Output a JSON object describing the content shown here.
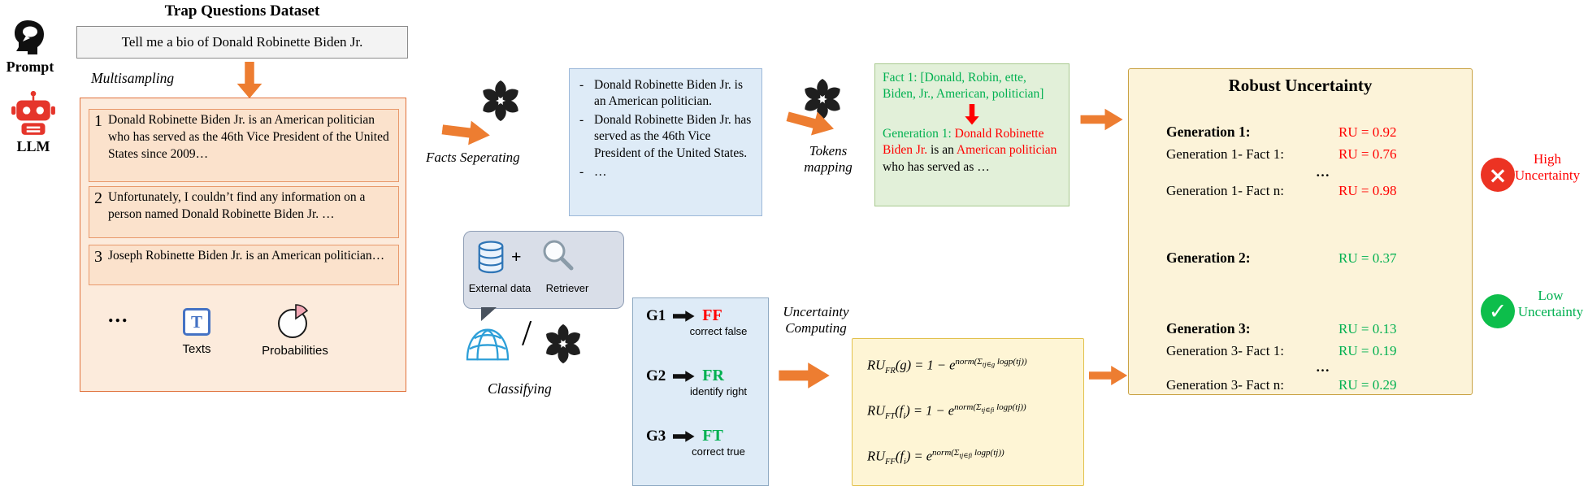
{
  "colors": {
    "accent_orange": "#ED7D31",
    "red": "#FF0000",
    "green": "#00B050",
    "blue_box_bg": "#DEEBF7",
    "green_box_bg": "#E2F0D9",
    "yellow_box_bg": "#FCF3D9",
    "orange_box_bg": "#FBE5D6"
  },
  "left": {
    "dataset_title": "Trap Questions Dataset",
    "prompt_label": "Prompt",
    "prompt_question": "Tell me a bio of Donald Robinette Biden Jr.",
    "llm_label": "LLM",
    "multisampling_label": "Multisampling",
    "samples": [
      {
        "num": "1",
        "text": "Donald Robinette Biden Jr. is an American politician who has served as the 46th Vice President of the United States since 2009…"
      },
      {
        "num": "2",
        "text": "Unfortunately, I couldn’t find any information on a person named Donald Robinette Biden Jr. …"
      },
      {
        "num": "3",
        "text": "Joseph Robinette Biden Jr. is an American politician…"
      }
    ],
    "ellipsis": "...",
    "texts_icon_letter": "T",
    "texts_label": "Texts",
    "probabilities_label": "Probabilities"
  },
  "pipeline": {
    "facts_separating_label": "Facts Seperating",
    "tokens_mapping_label": "Tokens mapping",
    "classifying_label": "Classifying",
    "uncertainty_computing_label": "Uncertainty Computing",
    "facts": {
      "bullet": "-",
      "items": [
        "Donald Robinette Biden Jr. is an American politician.",
        "Donald Robinette Biden Jr. has served as the 46th Vice President of the United States.",
        "…"
      ]
    },
    "mapping": {
      "fact_line": "Fact 1: [Donald, Robin, ette, Biden, Jr., American, politician]",
      "segments": [
        {
          "text": "Generation 1: "
        },
        {
          "text": "Donald Robinette Biden Jr."
        },
        {
          "text": " is an "
        },
        {
          "text": "American politician"
        },
        {
          "text": " who has served as …"
        }
      ]
    },
    "retrieval": {
      "external_label": "External data",
      "plus": "+",
      "retriever_label": "Retriever",
      "slash": "/"
    },
    "classification": {
      "rows": [
        {
          "gen": "G1",
          "result": "FF",
          "caption": "correct false"
        },
        {
          "gen": "G2",
          "result": "FR",
          "caption": "identify right"
        },
        {
          "gen": "G3",
          "result": "FT",
          "caption": "correct true"
        }
      ]
    },
    "formulas": [
      {
        "lhs": "RU",
        "lsub": "FR",
        "arg_pre": "(",
        "arg": "g",
        "arg_sub": "",
        "arg_post": ") = 1 − e",
        "sup_pre": "norm(Σ",
        "sum_sub": "tj∈g",
        "sup_post": " logp(tj))"
      },
      {
        "lhs": "RU",
        "lsub": "FT",
        "arg_pre": "(",
        "arg": "f",
        "arg_sub": "i",
        "arg_post": ") = 1 − e",
        "sup_pre": "norm(Σ",
        "sum_sub": "tj∈fi",
        "sup_post": " logp(tj))"
      },
      {
        "lhs": "RU",
        "lsub": "FF",
        "arg_pre": "(",
        "arg": "f",
        "arg_sub": "i",
        "arg_post": ") = e",
        "sup_pre": "norm(Σ",
        "sum_sub": "tj∈fi",
        "sup_post": " logp(tj))"
      }
    ]
  },
  "results": {
    "title": "Robust Uncertainty",
    "rows": [
      {
        "label": "Generation 1:",
        "value": "RU = 0.92"
      },
      {
        "label": "Generation 1- Fact 1:",
        "value": "RU = 0.76"
      },
      {
        "label": "…",
        "value": ""
      },
      {
        "label": "Generation 1- Fact n:",
        "value": "RU = 0.98"
      },
      {
        "label": "Generation 2:",
        "value": "RU = 0.37"
      },
      {
        "label": "Generation 3:",
        "value": "RU = 0.13"
      },
      {
        "label": "Generation 3- Fact 1:",
        "value": "RU = 0.19"
      },
      {
        "label": "…",
        "value": ""
      },
      {
        "label": "Generation 3- Fact n:",
        "value": "RU = 0.29"
      }
    ],
    "high_label": "High Uncertainty",
    "low_label": "Low Uncertainty"
  },
  "icons": {
    "x_mark": "×",
    "check_mark": "✓"
  }
}
